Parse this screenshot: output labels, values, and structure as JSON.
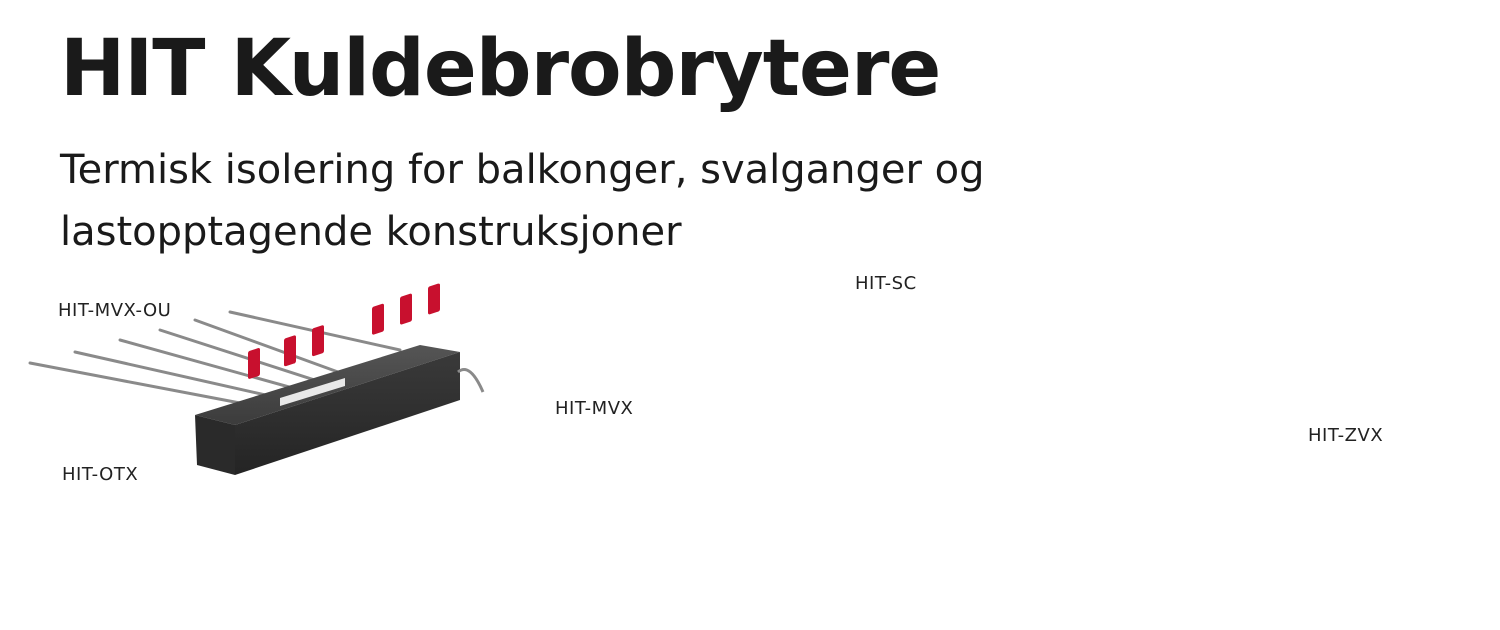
{
  "header": {
    "title": "HIT Kuldebrobrytere",
    "subtitle_line1": "Termisk isolering for balkonger, svalganger og",
    "subtitle_line2": "lastopptagende konstruksjoner"
  },
  "products": [
    {
      "label": "HIT-MVX-OU",
      "icon": "thermal-break-beam-icon"
    },
    {
      "label": "HIT-SC",
      "icon": "thermal-break-steel-connector-icon"
    },
    {
      "label": "HIT-MVX",
      "icon": "thermal-break-beam-icon"
    },
    {
      "label": "HIT-OTX",
      "icon": "thermal-break-block-icon"
    },
    {
      "label": "",
      "icon": "thermal-break-beam-icon"
    },
    {
      "label": "HIT-ZVX",
      "icon": "thermal-break-beam-icon"
    }
  ],
  "colors": {
    "body": "#3a3a3a",
    "body_top": "#4b4b4b",
    "body_dark": "#262626",
    "bracket": "#c8102e",
    "bar": "#8a8a8a",
    "metal": "#bdbdbd"
  }
}
